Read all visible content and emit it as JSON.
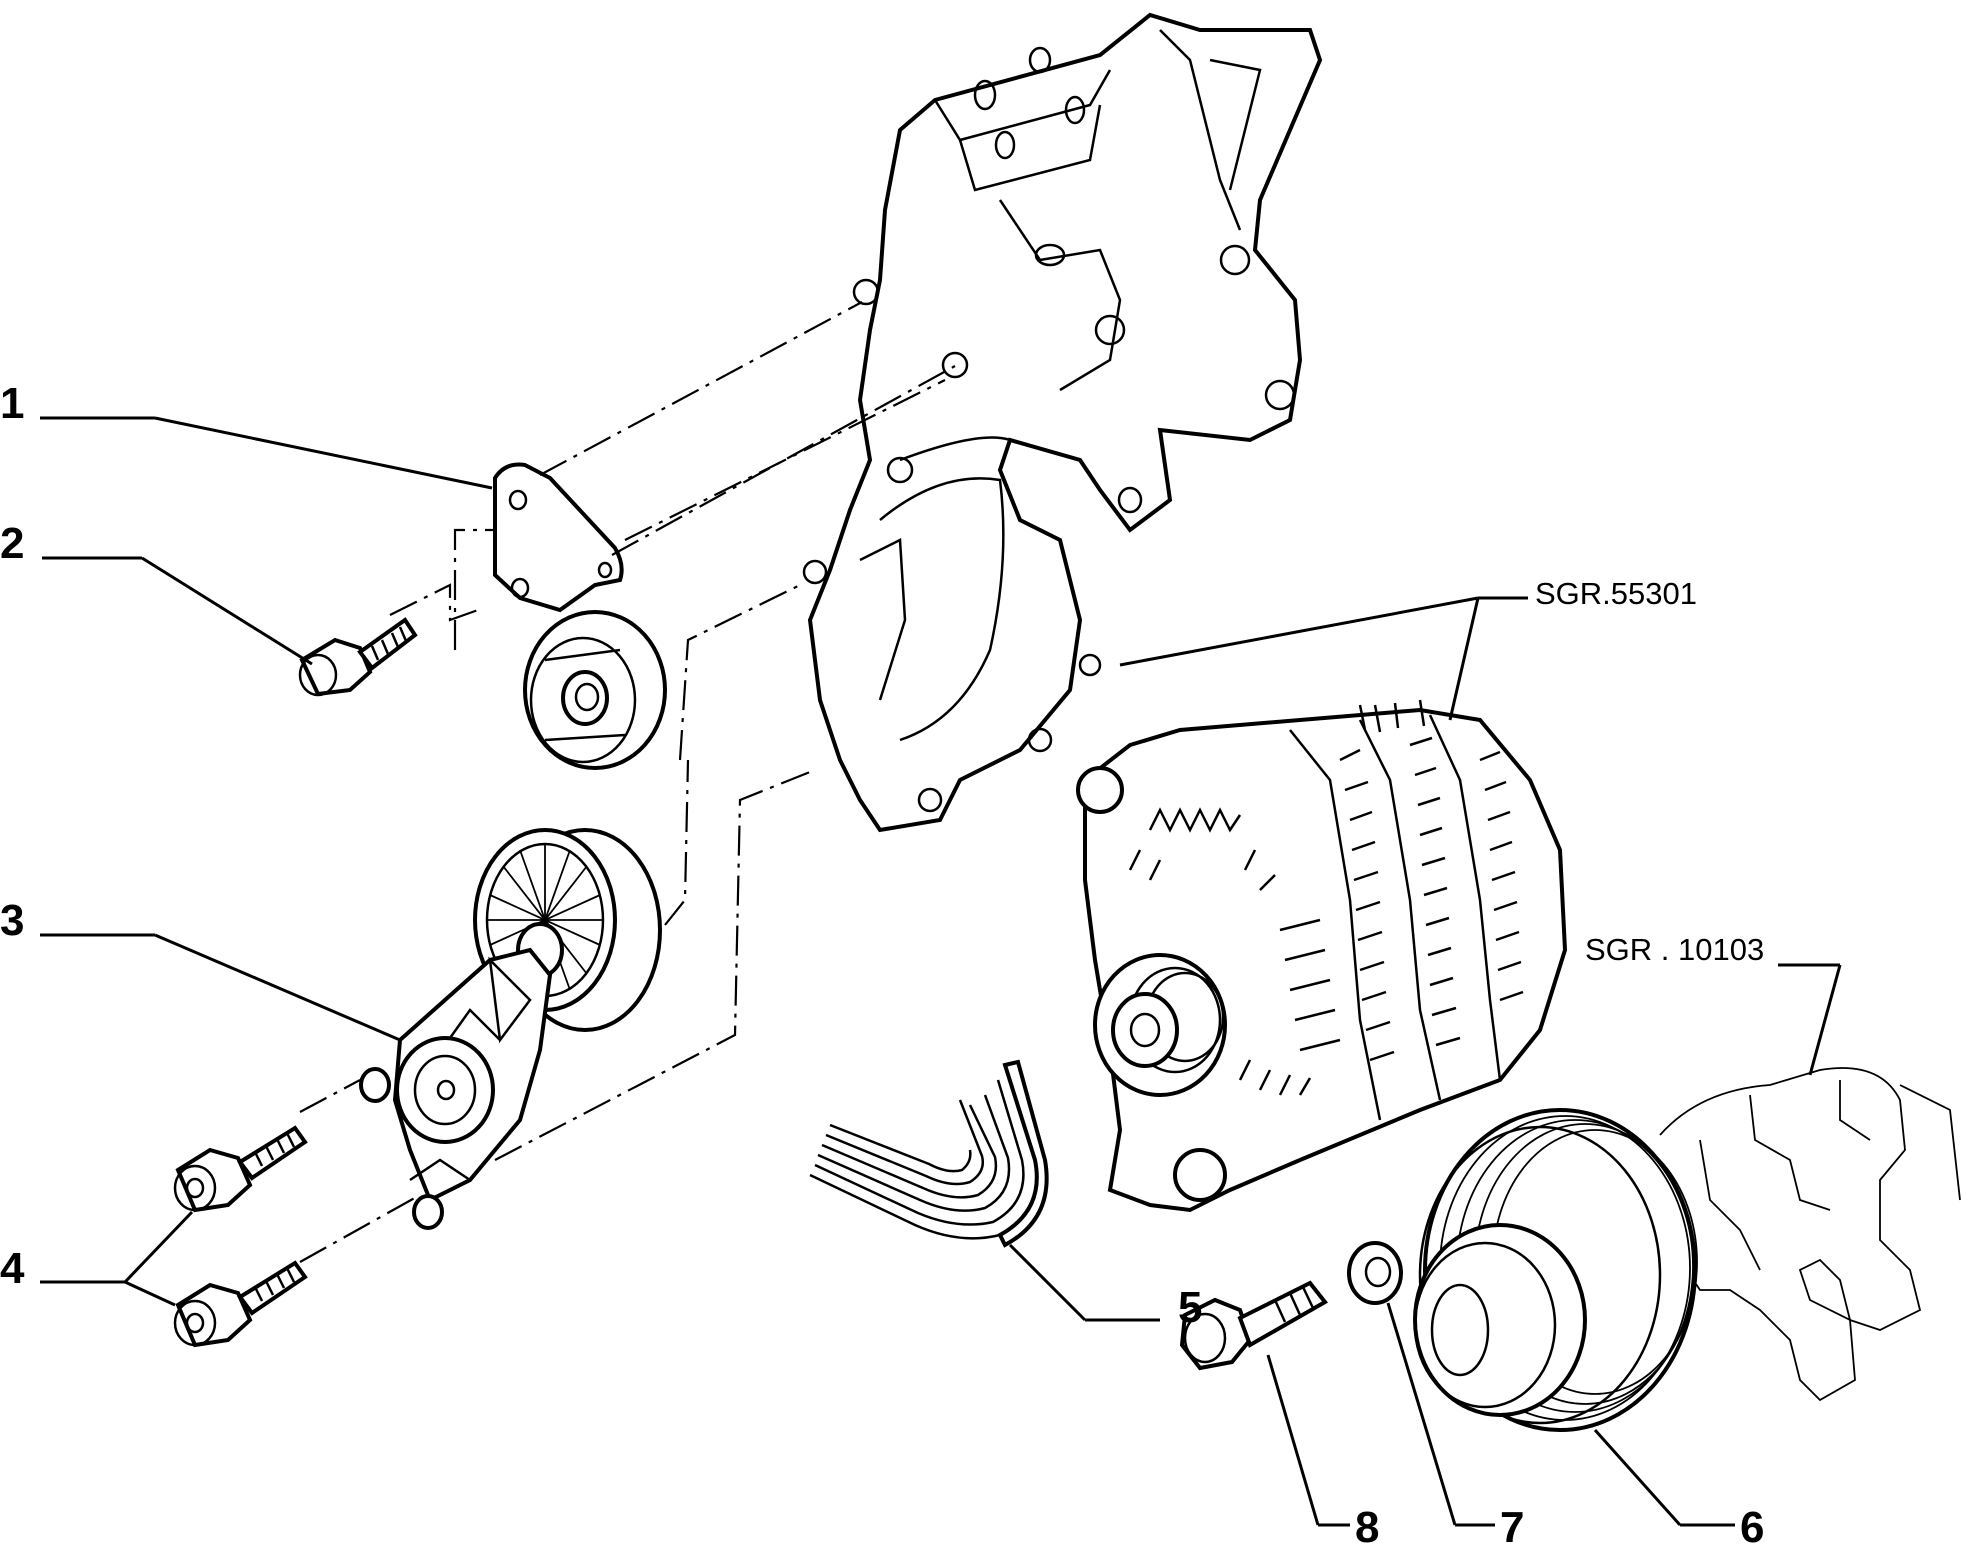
{
  "callouts": [
    {
      "number": "1",
      "part": "tensioner-mounting-plate"
    },
    {
      "number": "2",
      "part": "plate-fixing-bolt"
    },
    {
      "number": "3",
      "part": "belt-tensioner-assembly"
    },
    {
      "number": "4",
      "part": "tensioner-fixing-bolts"
    },
    {
      "number": "5",
      "part": "poly-v-belt"
    },
    {
      "number": "6",
      "part": "crankshaft-pulley"
    },
    {
      "number": "7",
      "part": "washer"
    },
    {
      "number": "8",
      "part": "pulley-bolt"
    }
  ],
  "references": [
    {
      "label": "SGR.55301",
      "part": "alternator"
    },
    {
      "label": "SGR . 10103",
      "part": "crankshaft"
    }
  ]
}
